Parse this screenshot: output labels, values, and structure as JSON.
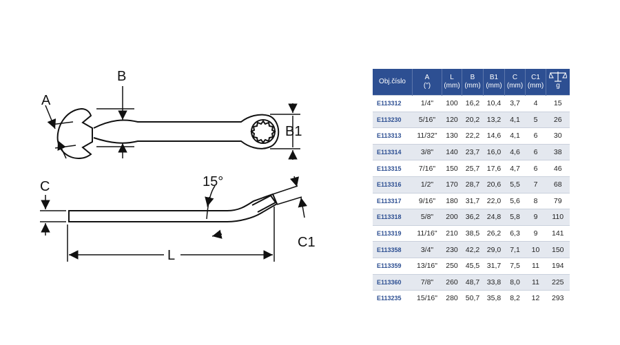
{
  "diagram": {
    "labels": {
      "a": "A",
      "b": "B",
      "b1": "B1",
      "c": "C",
      "c1": "C1",
      "l": "L",
      "angle": "15°"
    }
  },
  "table": {
    "headers": [
      {
        "line1": "Obj.číslo",
        "line2": ""
      },
      {
        "line1": "A",
        "line2": "(\")"
      },
      {
        "line1": "L",
        "line2": "(mm)"
      },
      {
        "line1": "B",
        "line2": "(mm)"
      },
      {
        "line1": "B1",
        "line2": "(mm)"
      },
      {
        "line1": "C",
        "line2": "(mm)"
      },
      {
        "line1": "C1",
        "line2": "(mm)"
      },
      {
        "line1": "",
        "line2": "g",
        "icon": "scale-icon"
      }
    ],
    "rows": [
      [
        "E113312",
        "1/4\"",
        "100",
        "16,2",
        "10,4",
        "3,7",
        "4",
        "15"
      ],
      [
        "E113230",
        "5/16\"",
        "120",
        "20,2",
        "13,2",
        "4,1",
        "5",
        "26"
      ],
      [
        "E113313",
        "11/32\"",
        "130",
        "22,2",
        "14,6",
        "4,1",
        "6",
        "30"
      ],
      [
        "E113314",
        "3/8\"",
        "140",
        "23,7",
        "16,0",
        "4,6",
        "6",
        "38"
      ],
      [
        "E113315",
        "7/16\"",
        "150",
        "25,7",
        "17,6",
        "4,7",
        "6",
        "46"
      ],
      [
        "E113316",
        "1/2\"",
        "170",
        "28,7",
        "20,6",
        "5,5",
        "7",
        "68"
      ],
      [
        "E113317",
        "9/16\"",
        "180",
        "31,7",
        "22,0",
        "5,6",
        "8",
        "79"
      ],
      [
        "E113318",
        "5/8\"",
        "200",
        "36,2",
        "24,8",
        "5,8",
        "9",
        "110"
      ],
      [
        "E113319",
        "11/16\"",
        "210",
        "38,5",
        "26,2",
        "6,3",
        "9",
        "141"
      ],
      [
        "E113358",
        "3/4\"",
        "230",
        "42,2",
        "29,0",
        "7,1",
        "10",
        "150"
      ],
      [
        "E113359",
        "13/16\"",
        "250",
        "45,5",
        "31,7",
        "7,5",
        "11",
        "194"
      ],
      [
        "E113360",
        "7/8\"",
        "260",
        "48,7",
        "33,8",
        "8,0",
        "11",
        "225"
      ],
      [
        "E113235",
        "15/16\"",
        "280",
        "50,7",
        "35,8",
        "8,2",
        "12",
        "293"
      ]
    ]
  }
}
